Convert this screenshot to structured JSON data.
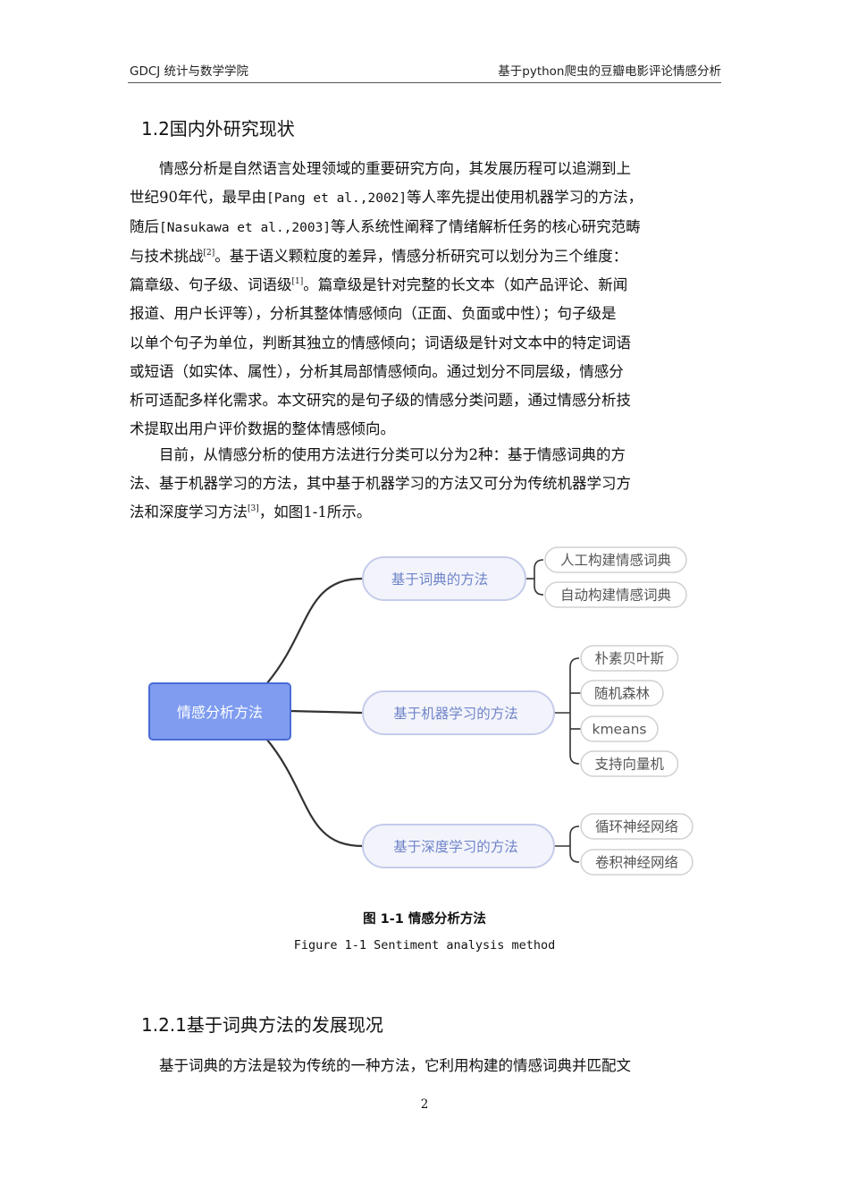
{
  "header": {
    "left": "GDCJ 统计与数学学院",
    "right": "基于python爬虫的豆瓣电影评论情感分析"
  },
  "section_1_2": {
    "title": "1.2国内外研究现状"
  },
  "para1": {
    "l1": "情感分析是自然语言处理领域的重要研究方向，其发展历程可以追溯到上",
    "l2_a": "世纪",
    "l2_b": "90",
    "l2_c": "年代，最早由",
    "l2_d": "[Pang et al.,2002]",
    "l2_e": "等人率先提出使用机器学习的方法，",
    "l3_a": "随后",
    "l3_b": "[Nasukawa et al.,2003]",
    "l3_c": "等人系统性阐释了情绪解析任务的核心研究范畴",
    "l4_a": "与技术挑战",
    "l4_sup": "[2]",
    "l4_b": "。基于语义颗粒度的差异，情感分析研究可以划分为三个维度：",
    "l5_a": "篇章级、句子级、词语级",
    "l5_sup": "[1]",
    "l5_b": "。篇章级是针对完整的长文本（如产品评论、新闻",
    "l6": "报道、用户长评等），分析其整体情感倾向（正面、负面或中性）；句子级是",
    "l7": "以单个句子为单位，判断其独立的情感倾向；词语级是针对文本中的特定词语",
    "l8": "或短语（如实体、属性），分析其局部情感倾向。通过划分不同层级，情感分",
    "l9": "析可适配多样化需求。本文研究的是句子级的情感分类问题，通过情感分析技",
    "l10": "术提取出用户评价数据的整体情感倾向。"
  },
  "para2": {
    "l1_a": "目前，从情感分析的使用方法进行分类可以分为",
    "l1_b": "2",
    "l1_c": "种：基于情感词典的方",
    "l2": "法、基于机器学习的方法，其中基于机器学习的方法又可分为传统机器学习方",
    "l3_a": "法和深度学习方法",
    "l3_sup": "[3]",
    "l3_b": "，如图",
    "l3_c": "1-1",
    "l3_d": "所示。"
  },
  "diagram": {
    "root": "情感分析方法",
    "branches": [
      {
        "label": "基于词典的方法",
        "leaves": [
          "人工构建情感词典",
          "自动构建情感词典"
        ]
      },
      {
        "label": "基于机器学习的方法",
        "leaves": [
          "朴素贝叶斯",
          "随机森林",
          "kmeans",
          "支持向量机"
        ]
      },
      {
        "label": "基于深度学习的方法",
        "leaves": [
          "循环神经网络",
          "卷积神经网络"
        ]
      }
    ],
    "colors": {
      "root_fill": "#7f9cf0",
      "root_border": "#4a6bd6",
      "branch_fill": "#f3f4fb",
      "branch_border": "#c5cbea",
      "branch_text": "#6f83c9",
      "leaf_border": "#d0d0d0",
      "leaf_text": "#555555",
      "connector": "#333333"
    }
  },
  "figure": {
    "caption_cn": "图 1-1  情感分析方法",
    "caption_en": "Figure 1-1 Sentiment analysis method"
  },
  "section_1_2_1": {
    "title": "1.2.1基于词典方法的发展现况"
  },
  "para3": {
    "l1": "基于词典的方法是较为传统的一种方法，它利用构建的情感词典并匹配文"
  },
  "page_number": "2"
}
